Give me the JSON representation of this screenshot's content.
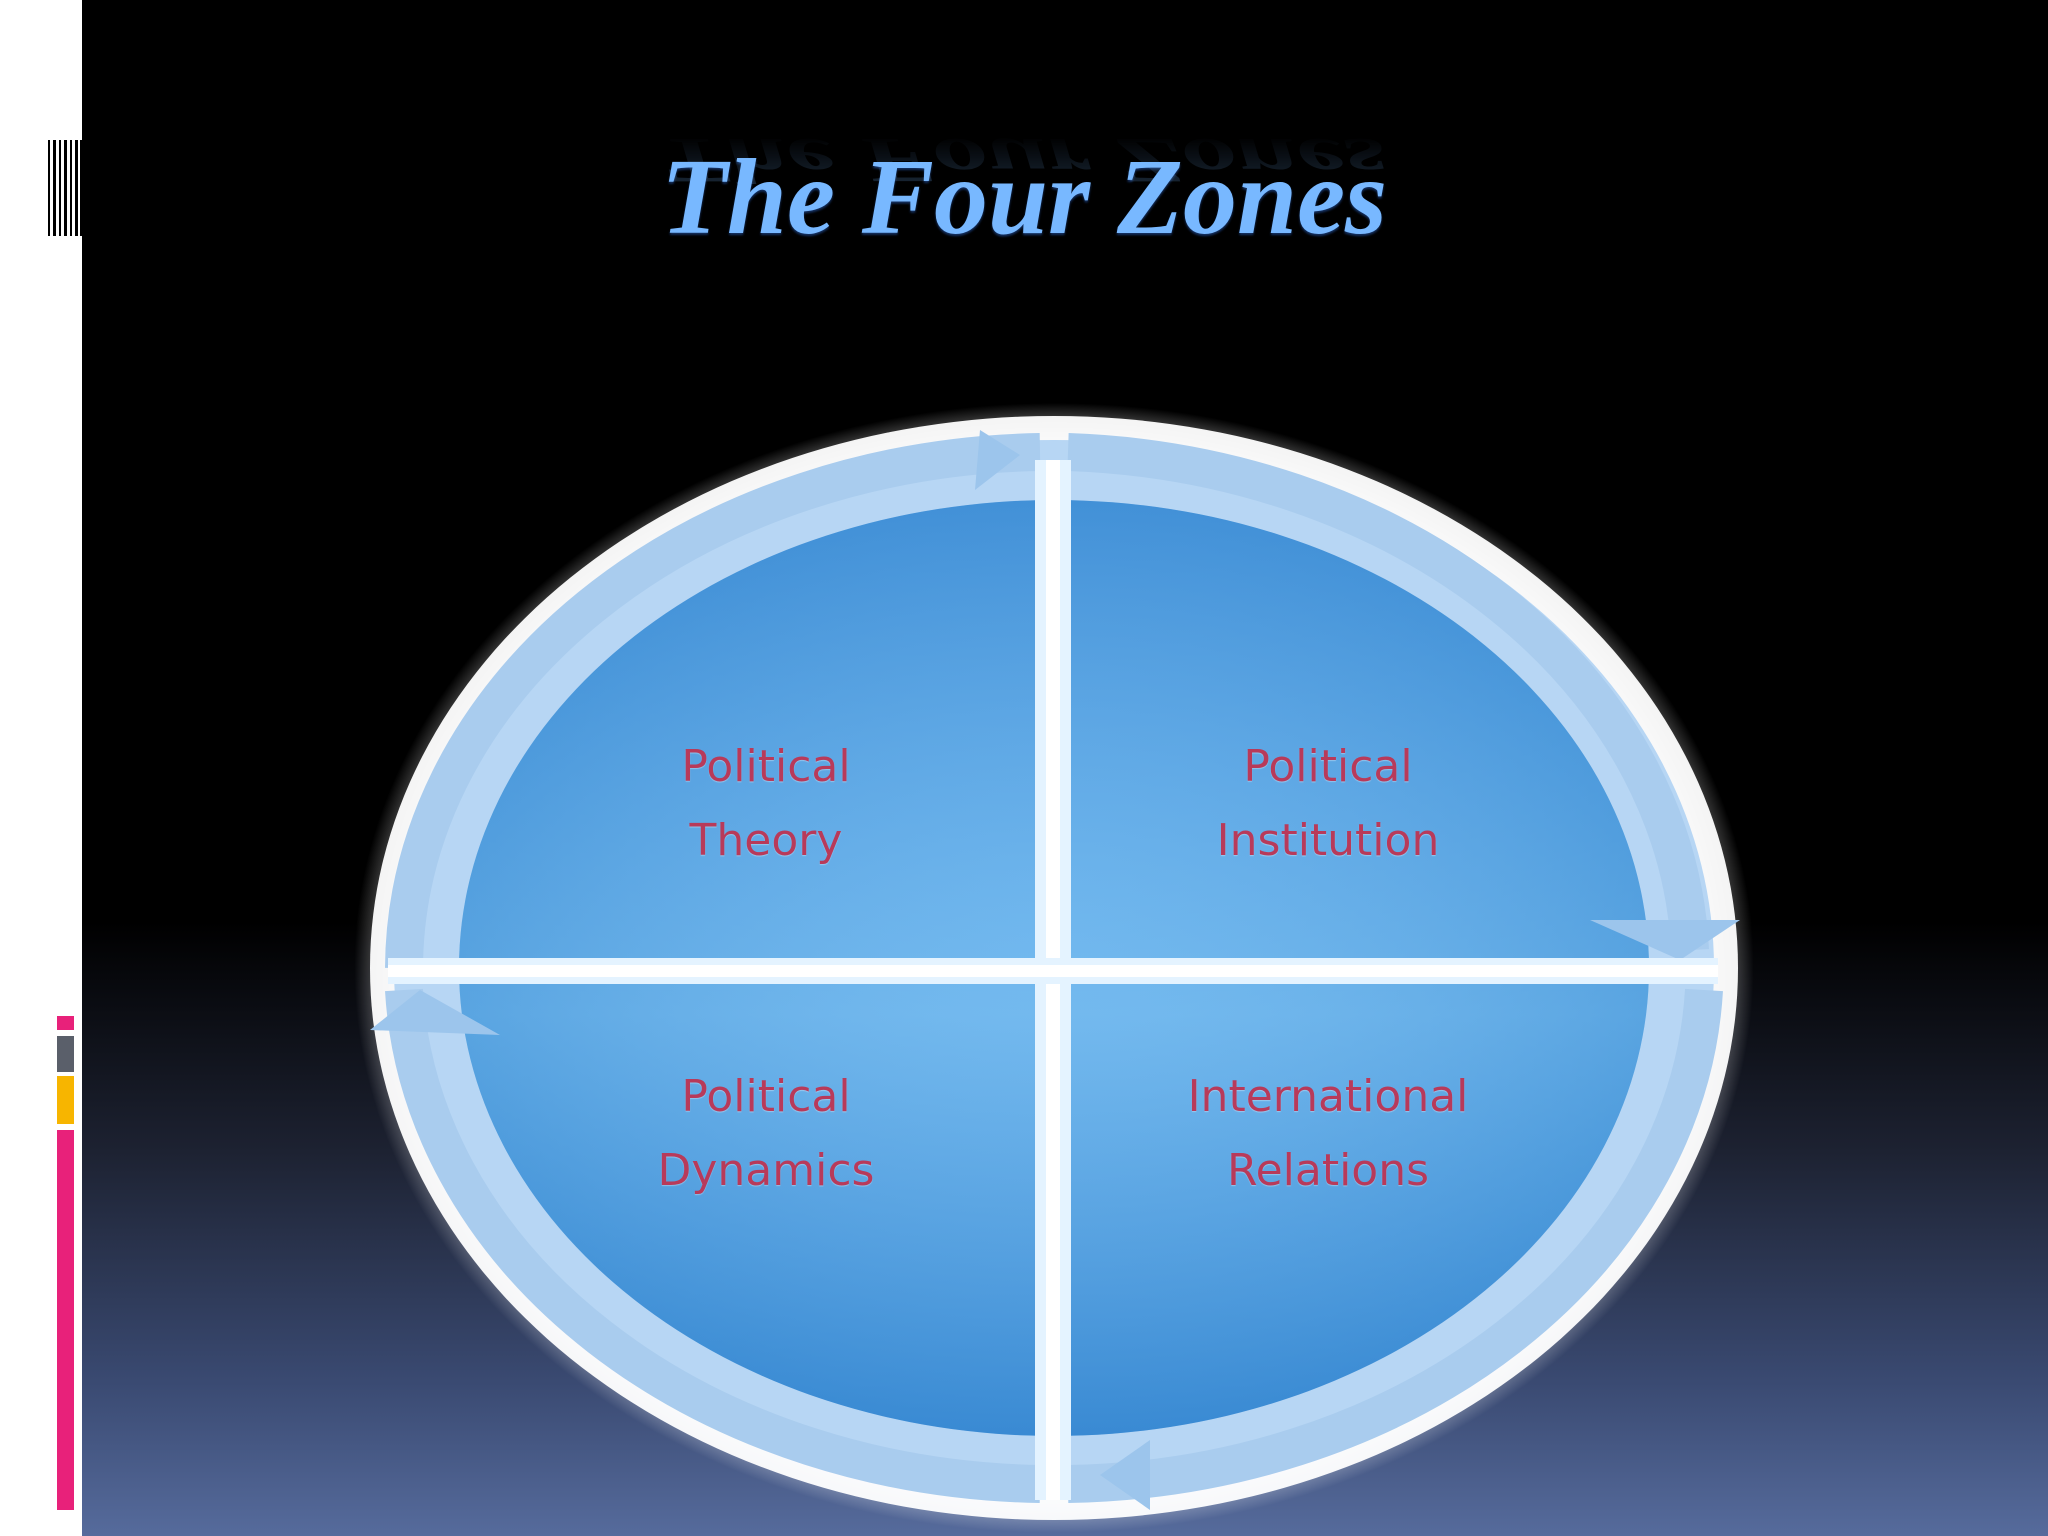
{
  "title": "The Four Zones",
  "zones": [
    {
      "line1": "Political",
      "line2": "Theory"
    },
    {
      "line1": "Political",
      "line2": "Institution"
    },
    {
      "line1": "Political",
      "line2": "Dynamics"
    },
    {
      "line1": "International",
      "line2": "Relations"
    }
  ],
  "colors": {
    "title": "#78b8ff",
    "zone_text": "#b83a5a",
    "accent_magenta": "#e8217a",
    "accent_gray": "#5a5f6a",
    "accent_yellow": "#f7b500"
  }
}
